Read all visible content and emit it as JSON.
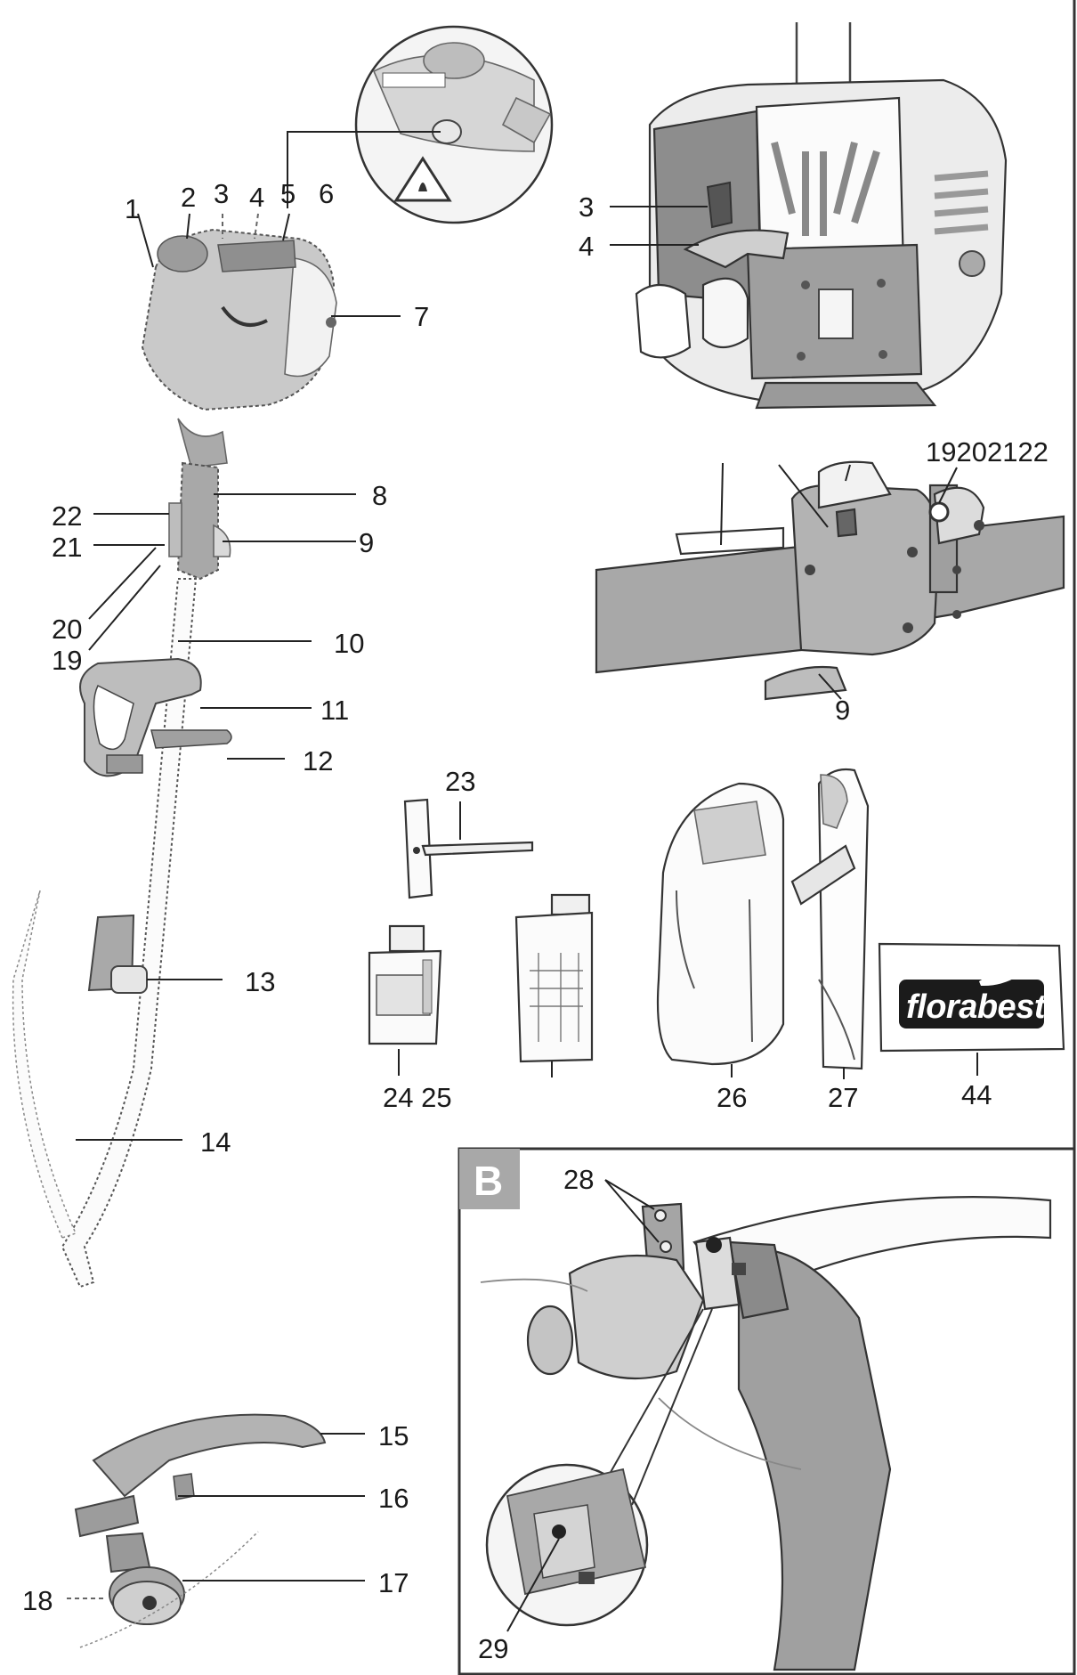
{
  "overview_labels": {
    "p1": "1",
    "p2": "2",
    "p3": "3",
    "p4": "4",
    "p5": "5",
    "p6": "6",
    "p7": "7",
    "p8": "8",
    "p9": "9",
    "p10": "10",
    "p11": "11",
    "p12": "12",
    "p13": "13",
    "p14": "14",
    "p15": "15",
    "p16": "16",
    "p17": "17",
    "p18": "18",
    "p19": "19",
    "p20": "20",
    "p21": "21",
    "p22": "22"
  },
  "engine_detail": {
    "p3": "3",
    "p4": "4"
  },
  "handle_detail": {
    "group": "19202122",
    "p9": "9"
  },
  "accessories": {
    "p23": "23",
    "p24_25": "24 25",
    "p26": "26",
    "p27": "27",
    "p44": "44",
    "brand": "florabest"
  },
  "panel_b": {
    "tag": "B",
    "p28": "28",
    "p29": "29"
  },
  "colors": {
    "panel_tag": "#a8a8a8",
    "brand_bag": "#1b1b1b",
    "frame": "#333333",
    "part_gray": "#b4b4b4"
  }
}
